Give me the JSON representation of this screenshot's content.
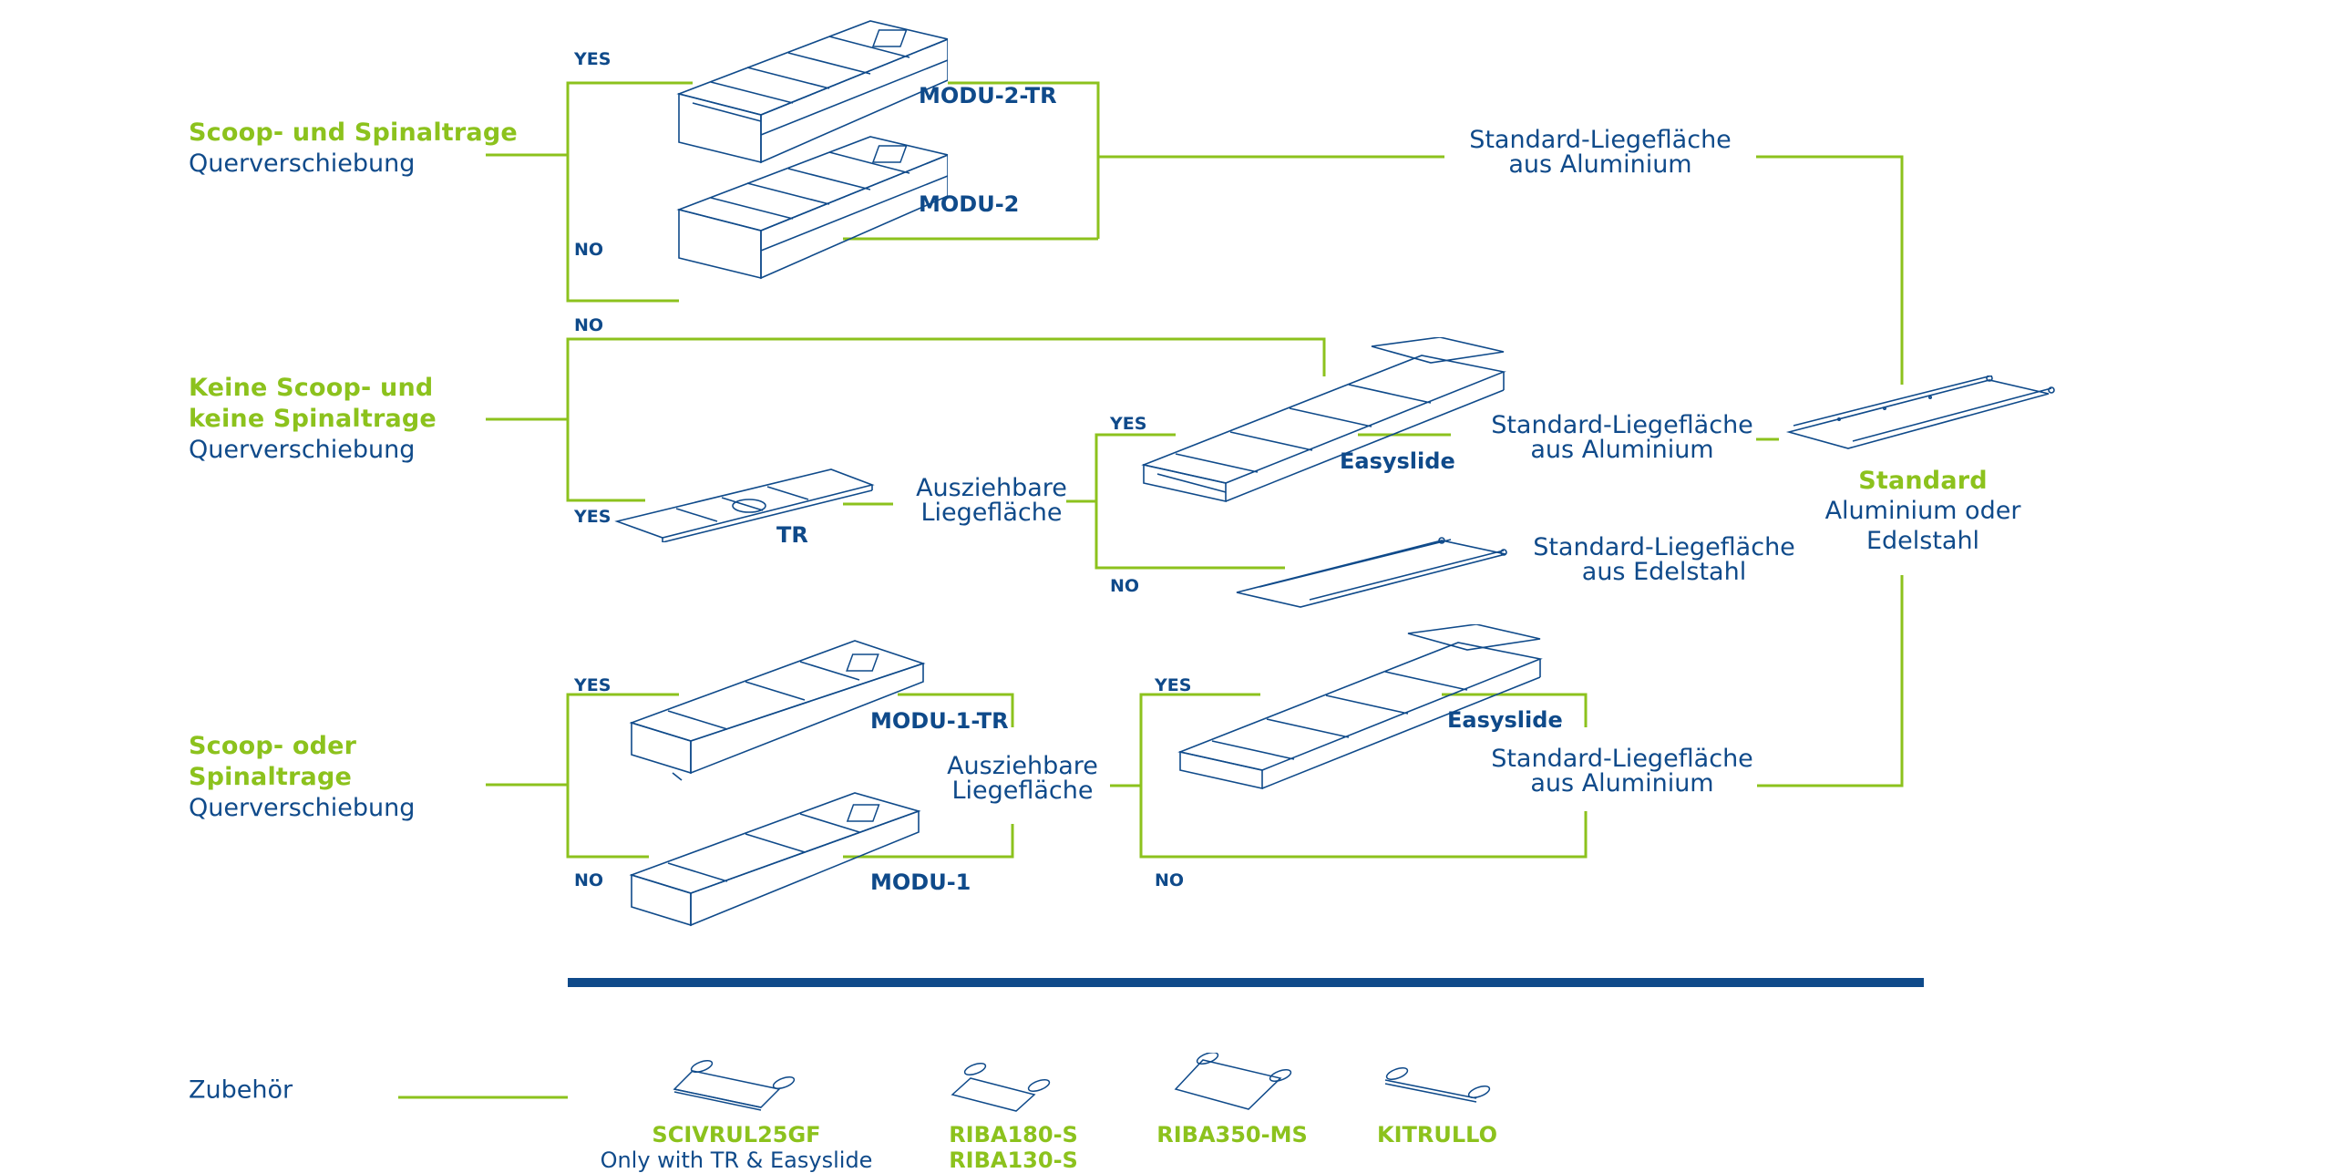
{
  "colors": {
    "accent_green": "#8cc21d",
    "brand_blue": "#0f4a8a",
    "background": "#ffffff"
  },
  "rows": [
    {
      "category_title": "Scoop- und Spinaltrage",
      "category_subtitle": "Querverschiebung",
      "branches": [
        {
          "decision": "YES",
          "product": "MODU-2-TR",
          "icon": "stretcher-base-icon"
        },
        {
          "decision": "NO",
          "product": "MODU-2",
          "icon": "stretcher-base-icon"
        }
      ],
      "result": {
        "line1": "Standard-Liegefläche",
        "line2": "aus Aluminium"
      }
    },
    {
      "category_title_line1": "Keine Scoop- und",
      "category_title_line2": "keine Spinaltrage",
      "category_subtitle": "Querverschiebung",
      "branches": [
        {
          "decision": "NO",
          "product": "",
          "icon": ""
        },
        {
          "decision": "YES",
          "product": "TR",
          "icon": "transfer-board-icon"
        }
      ],
      "question": {
        "line1": "Ausziehbare",
        "line2": "Liegefläche"
      },
      "sub_branches": [
        {
          "decision": "YES",
          "product": "Easyslide",
          "icon": "easyslide-icon",
          "result": {
            "line1": "Standard-Liegefläche",
            "line2": "aus Aluminium"
          }
        },
        {
          "decision": "NO",
          "product": "",
          "icon": "steel-plate-icon",
          "result": {
            "line1": "Standard-Liegefläche",
            "line2": "aus Edelstahl"
          }
        }
      ]
    },
    {
      "category_title_line1": "Scoop- oder",
      "category_title_line2": "Spinaltrage",
      "category_subtitle": "Querverschiebung",
      "branches": [
        {
          "decision": "YES",
          "product": "MODU-1-TR",
          "icon": "stretcher-base-icon"
        },
        {
          "decision": "NO",
          "product": "MODU-1",
          "icon": "stretcher-base-icon"
        }
      ],
      "question": {
        "line1": "Ausziehbare",
        "line2": "Liegefläche"
      },
      "sub_branches": [
        {
          "decision": "YES",
          "product": "Easyslide",
          "icon": "easyslide-icon"
        },
        {
          "decision": "NO",
          "product": "",
          "icon": ""
        }
      ],
      "result": {
        "line1": "Standard-Liegefläche",
        "line2": "aus Aluminium"
      }
    }
  ],
  "standard": {
    "title": "Standard",
    "line1": "Aluminium oder",
    "line2": "Edelstahl",
    "icon": "standard-plate-icon"
  },
  "accessories": {
    "label": "Zubehör",
    "items": [
      {
        "name": "SCIVRUL25GF",
        "note": "Only with TR & Easyslide",
        "icon": "scoop-holder-icon"
      },
      {
        "name": "RIBA180-S",
        "name2": "RIBA130-S",
        "icon": "folding-shelf-icon"
      },
      {
        "name": "RIBA350-MS",
        "icon": "wide-shelf-icon"
      },
      {
        "name": "KITRULLO",
        "icon": "roller-kit-icon"
      }
    ]
  }
}
